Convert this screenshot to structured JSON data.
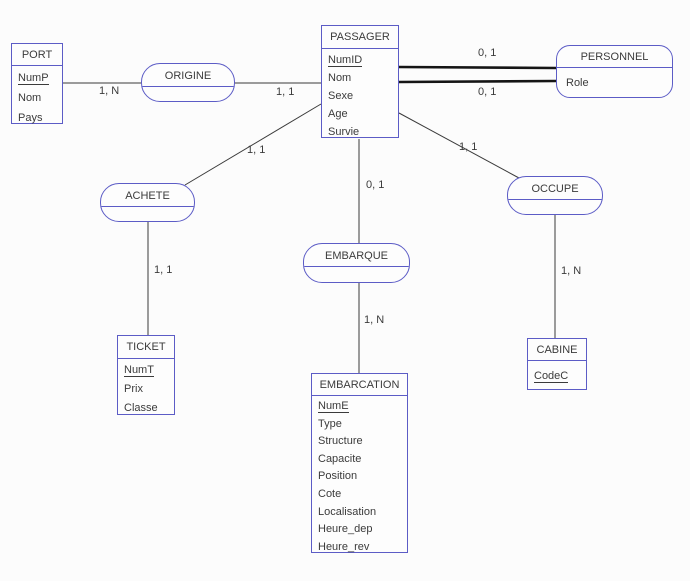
{
  "diagram_type": "entity-relationship",
  "colors": {
    "shape_border": "#5c5cc6",
    "connector_line": "#3a3a3a",
    "thick_connector_line": "#151515",
    "text": "#3b3b3b",
    "background": "#fcfcfc",
    "shape_fill": "#fdfdfd"
  },
  "entities": {
    "port": {
      "title": "PORT",
      "attributes": [
        "NumP",
        "Nom",
        "Pays"
      ],
      "primary_key": "NumP"
    },
    "passager": {
      "title": "PASSAGER",
      "attributes": [
        "NumID",
        "Nom",
        "Sexe",
        "Age",
        "Survie"
      ],
      "primary_key": "NumID"
    },
    "personnel": {
      "title": "PERSONNEL",
      "attributes": [
        "Role"
      ],
      "primary_key": null
    },
    "ticket": {
      "title": "TICKET",
      "attributes": [
        "NumT",
        "Prix",
        "Classe"
      ],
      "primary_key": "NumT"
    },
    "embarcation": {
      "title": "EMBARCATION",
      "attributes": [
        "NumE",
        "Type",
        "Structure",
        "Capacite",
        "Position",
        "Cote",
        "Localisation",
        "Heure_dep",
        "Heure_rev"
      ],
      "primary_key": "NumE"
    },
    "cabine": {
      "title": "CABINE",
      "attributes": [
        "CodeC"
      ],
      "primary_key": "CodeC"
    }
  },
  "relationships": {
    "origine": {
      "title": "ORIGINE"
    },
    "achete": {
      "title": "ACHETE"
    },
    "embarque": {
      "title": "EMBARQUE"
    },
    "occupe": {
      "title": "OCCUPE"
    }
  },
  "cardinalities": {
    "port_origine": "1, N",
    "origine_passager": "1, 1",
    "passager_personnel_top": "0, 1",
    "passager_personnel_bottom": "0, 1",
    "passager_achete": "1, 1",
    "achete_ticket": "1, 1",
    "passager_embarque": "0, 1",
    "embarque_embarcation": "1, N",
    "passager_occupe": "1, 1",
    "occupe_cabine": "1, N"
  }
}
